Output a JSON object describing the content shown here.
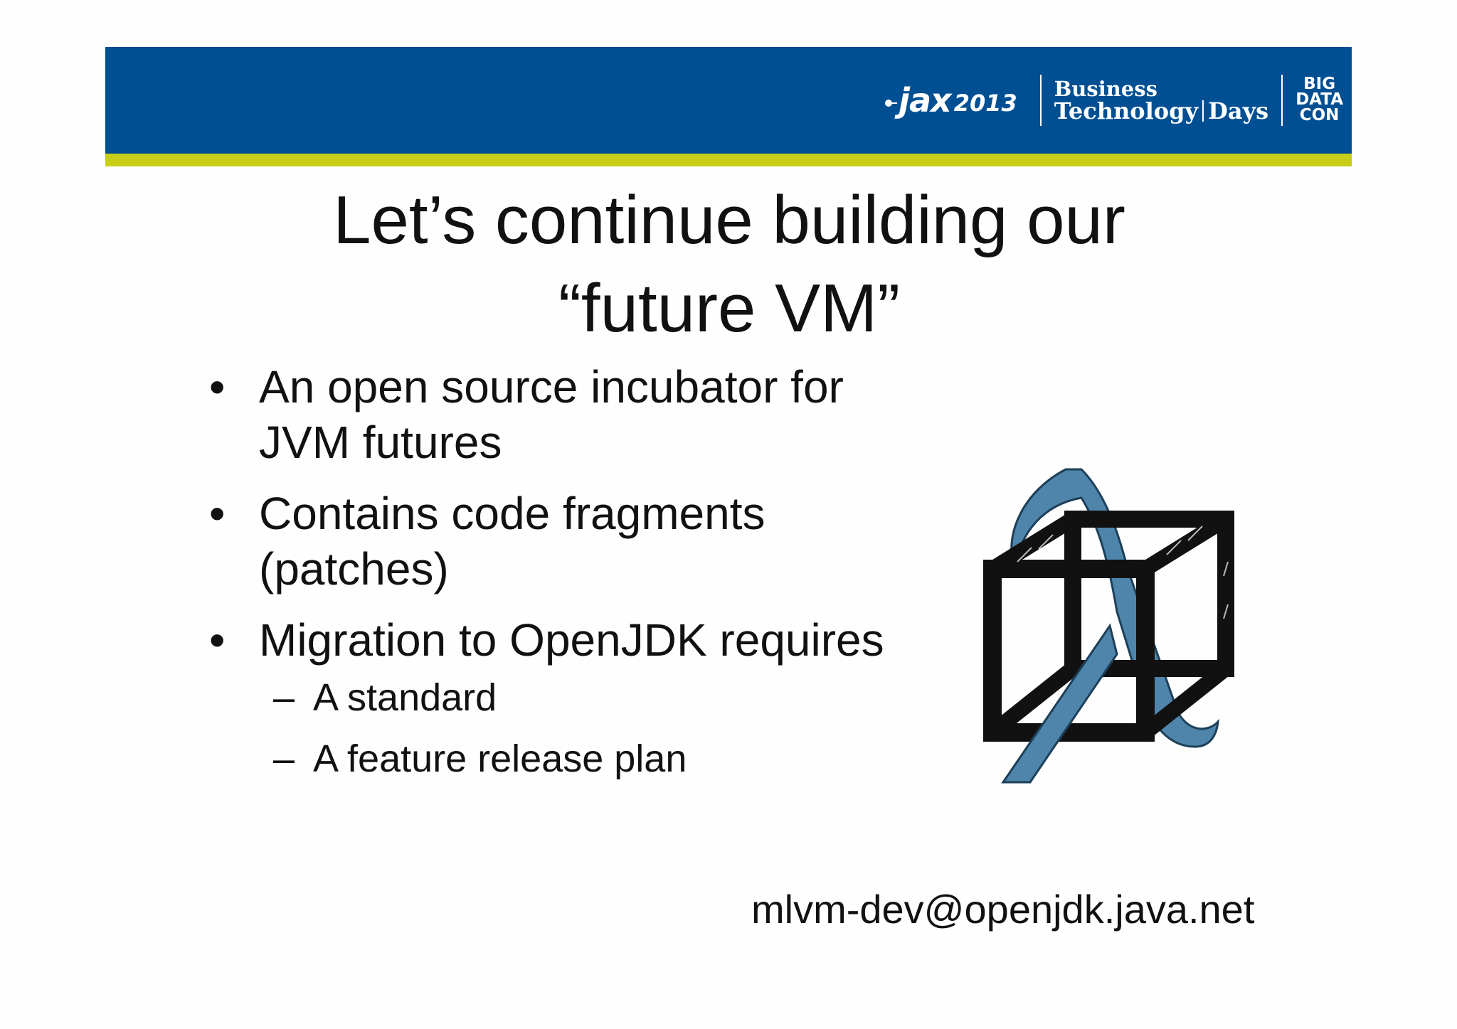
{
  "header": {
    "brand_colors": {
      "band": "#004f93",
      "stripe": "#c6cf16"
    },
    "logo": {
      "jax_word": "jax",
      "jax_year": "2013",
      "business_top": "Business",
      "business_technology": "Technology",
      "business_days": "Days",
      "big": "BIG",
      "data": "DATA",
      "con": "CON"
    }
  },
  "slide": {
    "title_line1": "Let’s continue building our",
    "title_line2": "“future VM”",
    "bullets": [
      {
        "line1": "An open source incubator for",
        "line2": "JVM futures"
      },
      {
        "line1": "Contains code fragments",
        "line2": "(patches)"
      },
      {
        "line1": "Migration to OpenJDK requires"
      }
    ],
    "sub_bullets": [
      "A standard",
      "A feature release plan"
    ],
    "bullet_glyph": "•",
    "dash_glyph": "–",
    "email": "mlvm-dev@openjdk.java.net"
  },
  "illustration": {
    "icon": "lambda-cube-icon",
    "colors": {
      "lambda": "#4f85ab",
      "cube": "#111111"
    }
  }
}
